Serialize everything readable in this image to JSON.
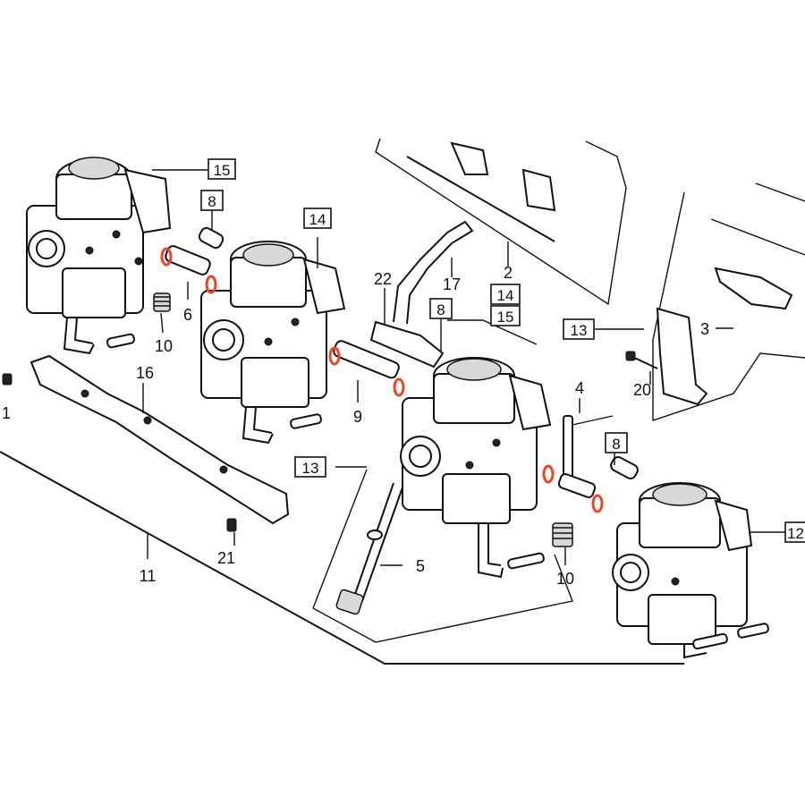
{
  "diagram": {
    "highlight_color": "#e8472b",
    "line_color": "#111111",
    "background": "#ffffff",
    "callouts": {
      "c1_box": "15",
      "c2_box": "8",
      "c3_box": "14",
      "c4_plain": "6",
      "c5_plain": "10",
      "c6_plain": "16",
      "c7_plain": "1",
      "c8_plain": "22",
      "c9_plain": "17",
      "c10_plain": "2",
      "c11_box": "14",
      "c12_box": "8",
      "c13_box": "15",
      "c14_plain": "9",
      "c15_box": "13",
      "c16_plain": "11",
      "c17_plain": "21",
      "c18_plain": "5",
      "c19_box": "13",
      "c20_plain": "3",
      "c21_plain": "20",
      "c22_plain": "4",
      "c23_box": "8",
      "c24_plain": "10",
      "c25_box": "12"
    }
  }
}
